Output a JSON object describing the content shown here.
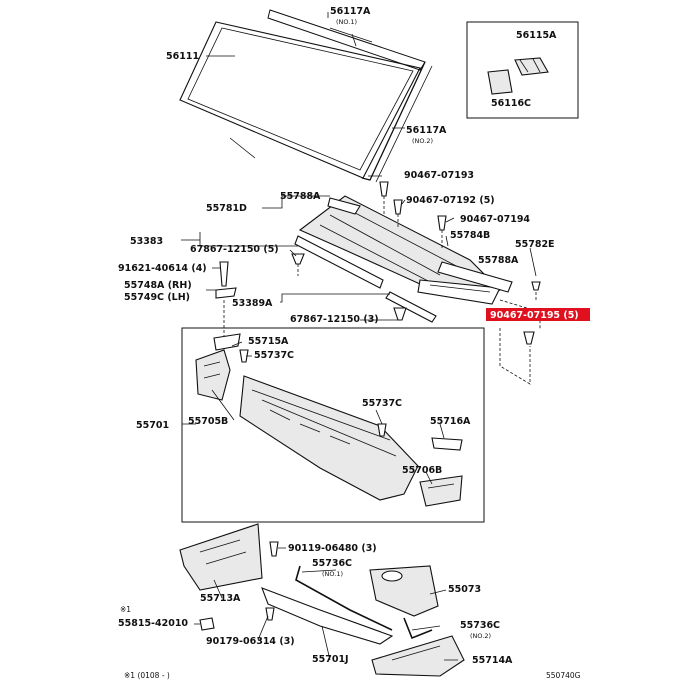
{
  "labels": {
    "p56117a_1": "56117A",
    "p56117a_1_note": "(NO.1)",
    "p56111": "56111",
    "p56115a": "56115A",
    "p56116c": "56116C",
    "p56117a_2": "56117A",
    "p56117a_2_note": "(NO.2)",
    "p90467_07193": "90467-07193",
    "p55781d": "55781D",
    "p55788a_1": "55788A",
    "p90467_07192": "90467-07192 (5)",
    "p90467_07194": "90467-07194",
    "p53383": "53383",
    "p67867_12150_a": "67867-12150 (5)",
    "p55784b": "55784B",
    "p55782e": "55782E",
    "p91621": "91621-40614 (4)",
    "p55788a_2": "55788A",
    "p55748a": "55748A (RH)",
    "p55749c": "55749C (LH)",
    "p53389a": "53389A",
    "p67867_12150_b": "67867-12150 (3)",
    "p90467_07195": "90467-07195 (5)",
    "p55715a": "55715A",
    "p55737c_1": "55737C",
    "p55701": "55701",
    "p55705b": "55705B",
    "p55737c_2": "55737C",
    "p55716a": "55716A",
    "p55706b": "55706B",
    "p90119": "90119-06480 (3)",
    "p55736c_1": "55736C",
    "p55736c_1_note": "(NO.1)",
    "p55073": "55073",
    "p55713a": "55713A",
    "p55815": "55815-42010",
    "p90179": "90179-06314 (3)",
    "p55736c_2": "55736C",
    "p55736c_2_note": "(NO.2)",
    "p55701j": "55701J",
    "p55714a": "55714A",
    "note_mark": "※1",
    "footnote": "※1 (0108 -        )",
    "drawing_code": "550740G"
  },
  "colors": {
    "highlight": "#e0101e",
    "line": "#111111",
    "part_fill": "#e9e9e9"
  }
}
